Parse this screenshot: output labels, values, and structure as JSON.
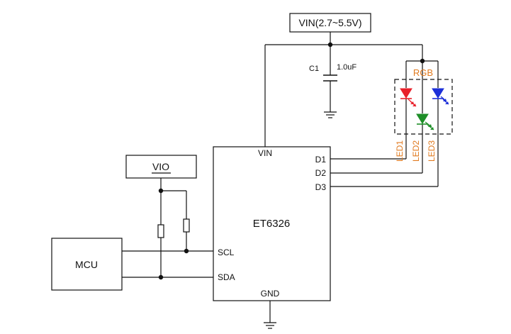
{
  "vin_label": "VIN(2.7~5.5V)",
  "vio_label": "VIO",
  "mcu_label": "MCU",
  "chip": {
    "name": "ET6326",
    "pins": {
      "vin": "VIN",
      "d1": "D1",
      "d2": "D2",
      "d3": "D3",
      "scl": "SCL",
      "sda": "SDA",
      "gnd": "GND"
    }
  },
  "capacitor": {
    "ref": "C1",
    "value": "1.0uF"
  },
  "rgb_label": "RGB",
  "leds": [
    {
      "label": "LED1",
      "color": "#E8202A"
    },
    {
      "label": "LED2",
      "color": "#1E8E28"
    },
    {
      "label": "LED3",
      "color": "#1C2FD8"
    }
  ],
  "label_color": "#E07A1F"
}
